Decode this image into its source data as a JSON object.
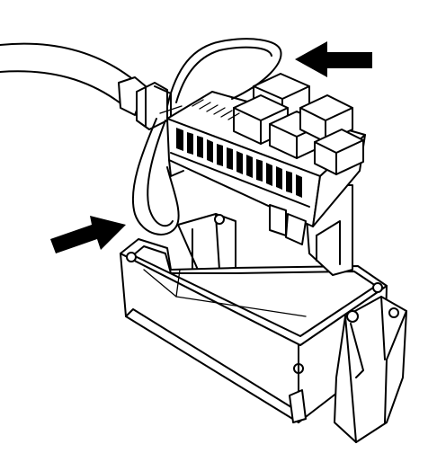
{
  "figure": {
    "kind": "technical line drawing",
    "subject": "fuse-relay-center",
    "colors": {
      "ink": "#000000",
      "paper": "#ffffff"
    },
    "parts": [
      {
        "id": "wiring-harness",
        "icon": "harness-cable"
      },
      {
        "id": "fuse-relay-block",
        "icon": "relay-block"
      },
      {
        "id": "retaining-strap",
        "icon": "wire-strap"
      },
      {
        "id": "lower-housing",
        "icon": "open-tray-housing"
      }
    ],
    "callouts": [
      {
        "id": "arrow-upper",
        "icon": "arrow-left-icon",
        "target": "fuse-relay-block"
      },
      {
        "id": "arrow-lower",
        "icon": "arrow-right-icon",
        "target": "retaining-strap"
      }
    ]
  }
}
